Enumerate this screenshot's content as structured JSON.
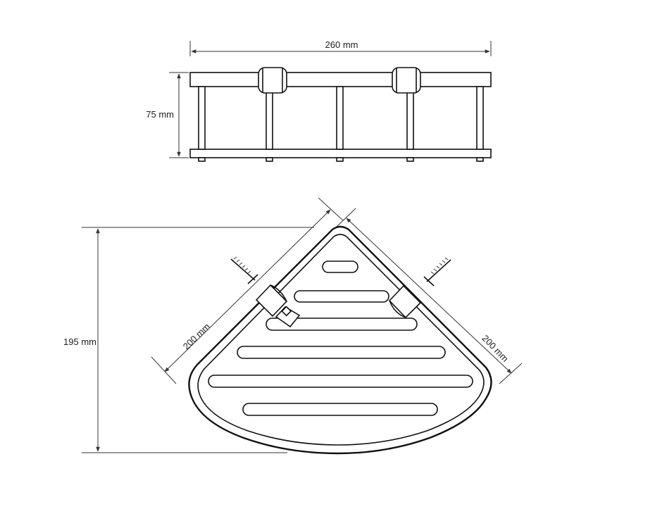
{
  "front_view": {
    "width_label": "260 mm",
    "height_label": "75 mm"
  },
  "top_view": {
    "depth_label": "195 mm",
    "left_side_label": "200 mm",
    "right_side_label": "200 mm"
  },
  "colors": {
    "line": "#111111",
    "dimension": "#333333",
    "background": "#ffffff"
  }
}
